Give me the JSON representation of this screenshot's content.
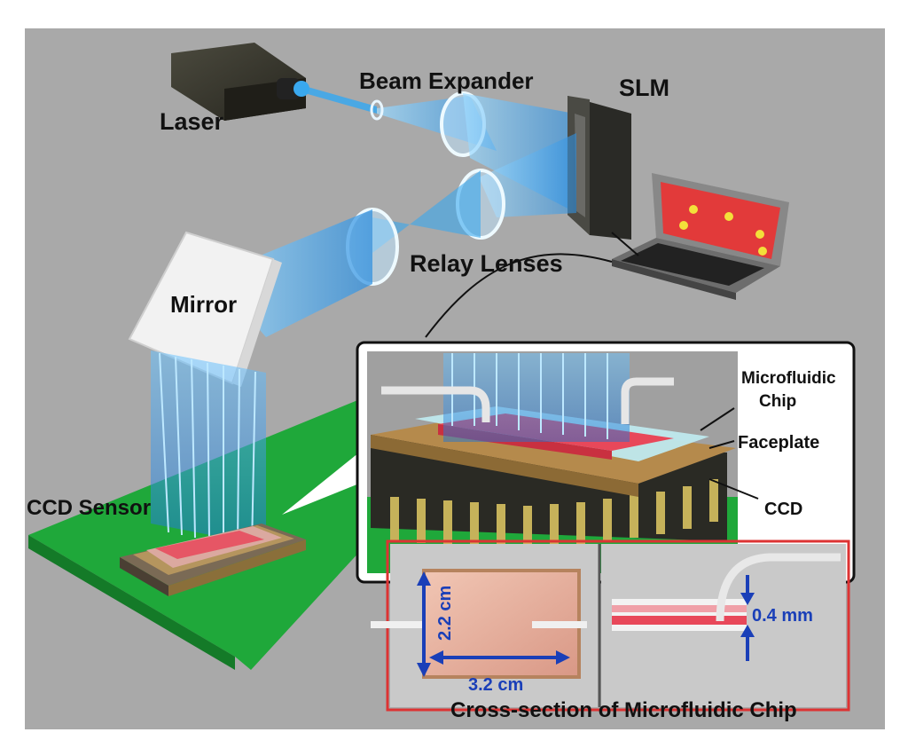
{
  "labels": {
    "laser": "Laser",
    "beam_expander": "Beam Expander",
    "slm": "SLM",
    "relay_lenses": "Relay Lenses",
    "mirror": "Mirror",
    "ccd_sensor": "CCD Sensor",
    "microfluidic_chip_line1": "Microfluidic",
    "microfluidic_chip_line2": "Chip",
    "faceplate": "Faceplate",
    "ccd": "CCD",
    "width_dim": "3.2 cm",
    "height_dim": "2.2 cm",
    "depth_dim": "0.4 mm",
    "cross_section_caption": "Cross-section of Microfluidic Chip"
  },
  "colors": {
    "background": "#a9a9a9",
    "board": "#1fa83a",
    "beam": "#3aa8ef",
    "fluid": "#e8485a",
    "laptop_screen": "#e23a3a",
    "dimension_arrow": "#1a3fb8"
  }
}
